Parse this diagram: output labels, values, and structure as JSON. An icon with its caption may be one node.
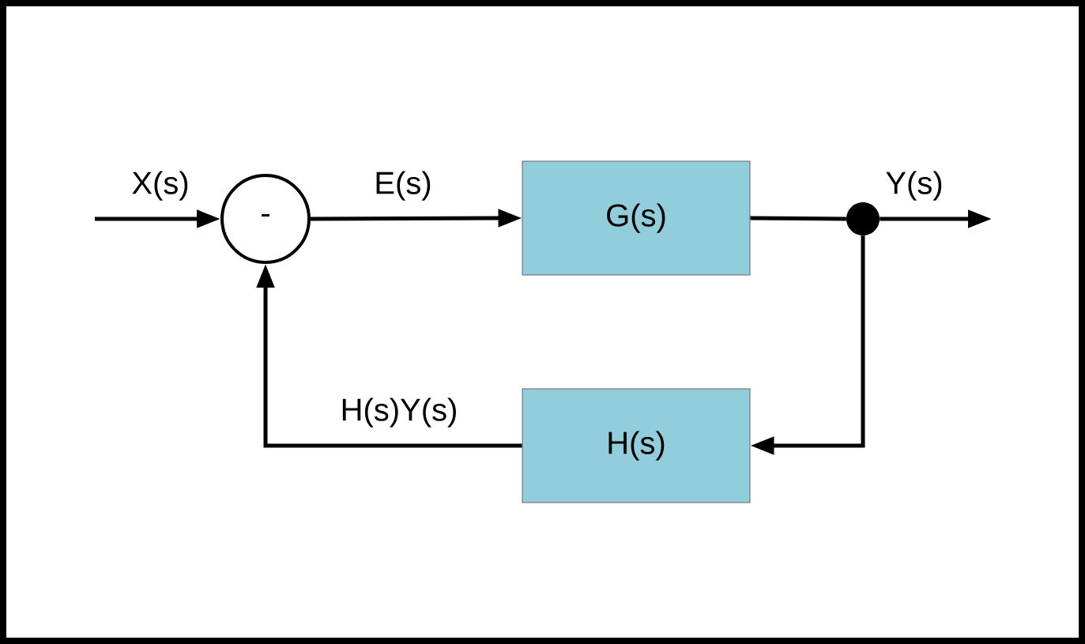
{
  "diagram": {
    "nodes": [
      {
        "text": [
          "-"
        ]
      },
      {
        "text": [
          "G(s)"
        ]
      },
      {
        "text": [
          "H(s)"
        ]
      },
      {
        "text": [],
        "shape": "circle"
      }
    ],
    "edges": [
      {
        "from": null,
        "to": 0,
        "arrow": "to",
        "label": "X(s)"
      },
      {
        "from": 0,
        "to": 1,
        "arrow": "to",
        "label": "E(s)"
      },
      {
        "from": 1,
        "to": 3,
        "arrow": "none"
      },
      {
        "from": 3,
        "to": null,
        "arrow": "to",
        "label": "Y(s)"
      },
      {
        "from": 3,
        "to": 2,
        "arrow": "to"
      },
      {
        "from": 2,
        "to": 0,
        "arrow": "to",
        "label": "H(s)Y(s)"
      }
    ]
  }
}
